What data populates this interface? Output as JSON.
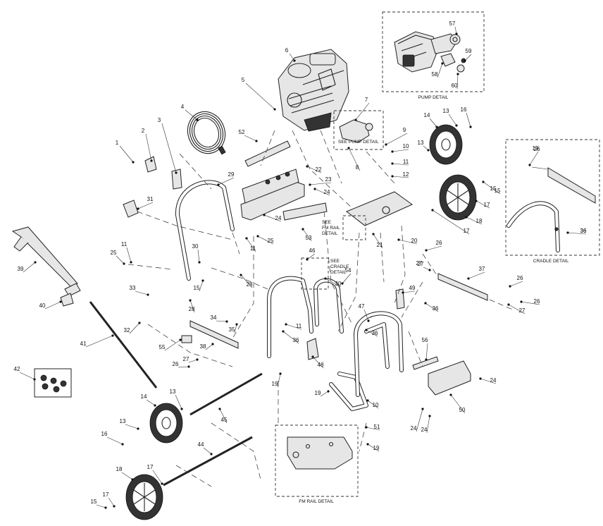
{
  "diagram": {
    "detail_boxes": {
      "pump_detail": "PUMP DETAIL",
      "cradle_detail": "CRADLE DETAIL",
      "fm_rail_detail": "FM RAIL DETAIL"
    },
    "inline_notes": {
      "see_pump_detail": "SEE PUMP DETAIL",
      "see_fm_rail_detail_1": "SEE",
      "see_fm_rail_detail_2": "FM RAIL",
      "see_fm_rail_detail_3": "DETAIL",
      "see_cradle_detail_1": "SEE",
      "see_cradle_detail_2": "CRADLE",
      "see_cradle_detail_3": "DETAIL"
    },
    "callouts": [
      {
        "n": "1"
      },
      {
        "n": "2"
      },
      {
        "n": "3"
      },
      {
        "n": "4"
      },
      {
        "n": "5"
      },
      {
        "n": "6"
      },
      {
        "n": "7"
      },
      {
        "n": "8"
      },
      {
        "n": "9"
      },
      {
        "n": "10"
      },
      {
        "n": "11"
      },
      {
        "n": "12"
      },
      {
        "n": "13"
      },
      {
        "n": "14"
      },
      {
        "n": "16"
      },
      {
        "n": "13"
      },
      {
        "n": "15"
      },
      {
        "n": "17"
      },
      {
        "n": "18"
      },
      {
        "n": "17"
      },
      {
        "n": "20"
      },
      {
        "n": "21"
      },
      {
        "n": "22"
      },
      {
        "n": "23"
      },
      {
        "n": "24"
      },
      {
        "n": "24"
      },
      {
        "n": "25"
      },
      {
        "n": "11"
      },
      {
        "n": "25"
      },
      {
        "n": "11"
      },
      {
        "n": "26"
      },
      {
        "n": "27"
      },
      {
        "n": "26"
      },
      {
        "n": "27"
      },
      {
        "n": "26"
      },
      {
        "n": "28"
      },
      {
        "n": "28"
      },
      {
        "n": "29"
      },
      {
        "n": "30"
      },
      {
        "n": "30"
      },
      {
        "n": "31"
      },
      {
        "n": "32"
      },
      {
        "n": "33"
      },
      {
        "n": "34"
      },
      {
        "n": "35"
      },
      {
        "n": "36"
      },
      {
        "n": "36"
      },
      {
        "n": "36"
      },
      {
        "n": "36"
      },
      {
        "n": "37"
      },
      {
        "n": "38"
      },
      {
        "n": "39"
      },
      {
        "n": "40"
      },
      {
        "n": "41"
      },
      {
        "n": "42"
      },
      {
        "n": "44"
      },
      {
        "n": "45"
      },
      {
        "n": "46"
      },
      {
        "n": "47"
      },
      {
        "n": "48"
      },
      {
        "n": "49"
      },
      {
        "n": "50"
      },
      {
        "n": "51"
      },
      {
        "n": "52"
      },
      {
        "n": "53"
      },
      {
        "n": "54"
      },
      {
        "n": "55"
      },
      {
        "n": "56"
      },
      {
        "n": "57"
      },
      {
        "n": "58"
      },
      {
        "n": "59"
      },
      {
        "n": "60"
      },
      {
        "n": "27"
      },
      {
        "n": "26"
      },
      {
        "n": "15"
      },
      {
        "n": "11"
      },
      {
        "n": "19"
      },
      {
        "n": "19"
      },
      {
        "n": "19"
      },
      {
        "n": "19"
      },
      {
        "n": "10"
      },
      {
        "n": "24"
      },
      {
        "n": "24"
      },
      {
        "n": "13"
      },
      {
        "n": "14"
      },
      {
        "n": "16"
      },
      {
        "n": "13"
      },
      {
        "n": "18"
      },
      {
        "n": "17"
      },
      {
        "n": "17"
      },
      {
        "n": "15"
      },
      {
        "n": "24"
      },
      {
        "n": "27"
      },
      {
        "n": "26"
      },
      {
        "n": "36"
      },
      {
        "n": "15"
      }
    ]
  }
}
